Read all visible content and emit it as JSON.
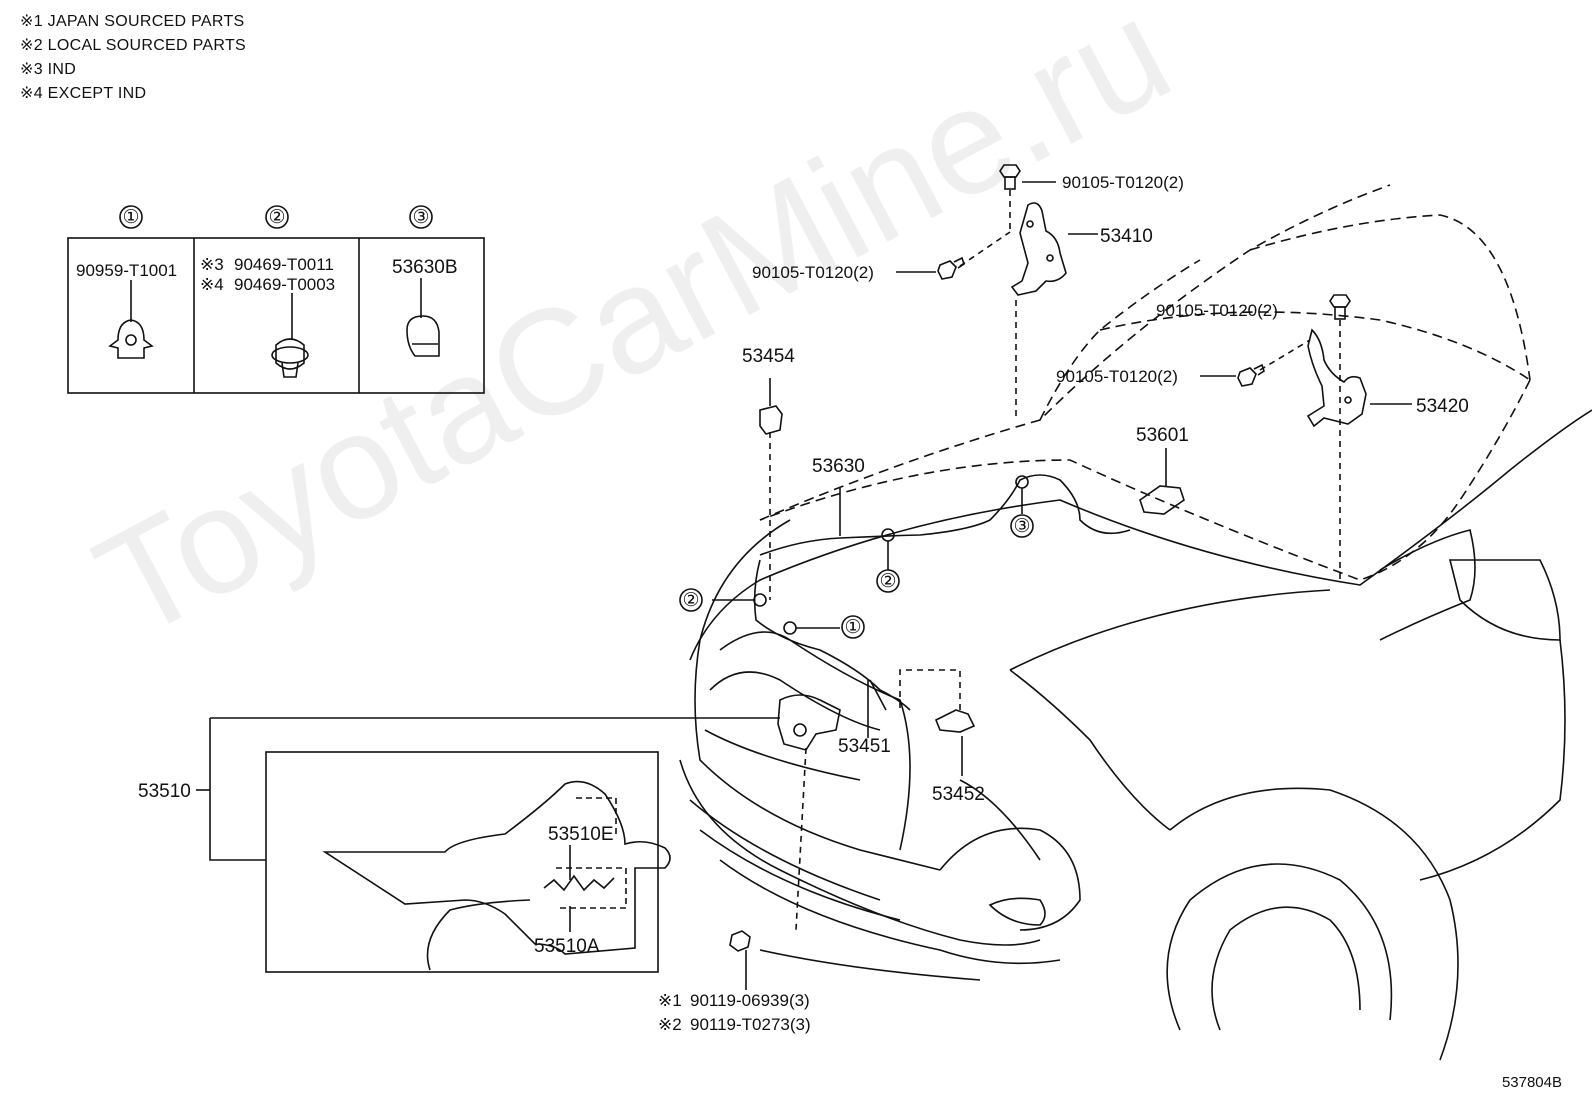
{
  "notes": [
    "※1 JAPAN SOURCED PARTS",
    "※2 LOCAL SOURCED PARTS",
    "※3 IND",
    "※4 EXCEPT IND"
  ],
  "legend": {
    "col1": {
      "num": "①",
      "part": "90959-T1001"
    },
    "col2": {
      "num": "②",
      "note1": "※3",
      "part1": "90469-T0011",
      "note2": "※4",
      "part2": "90469-T0003"
    },
    "col3": {
      "num": "③",
      "part": "53630B"
    }
  },
  "callouts": {
    "bolt_top": "90105-T0120(2)",
    "bolt_left": "90105-T0120(2)",
    "bolt_right_top": "90105-T0120(2)",
    "bolt_right_mid": "90105-T0120(2)",
    "hinge_lh": "53410",
    "hinge_rh": "53420",
    "bumper_53454": "53454",
    "cable_53630": "53630",
    "handle_53601": "53601",
    "lock_53510": "53510",
    "lock_53510E": "53510E",
    "lock_53510A": "53510A",
    "latch_53451": "53451",
    "bracket_53452": "53452",
    "screw_note1": "※1",
    "screw_part1": "90119-06939(3)",
    "screw_note2": "※2",
    "screw_part2": "90119-T0273(3)",
    "circle1": "①",
    "circle2a": "②",
    "circle2b": "②",
    "circle3": "③"
  },
  "watermark": "ToyotaCarMine.ru",
  "figure_code": "537804B"
}
